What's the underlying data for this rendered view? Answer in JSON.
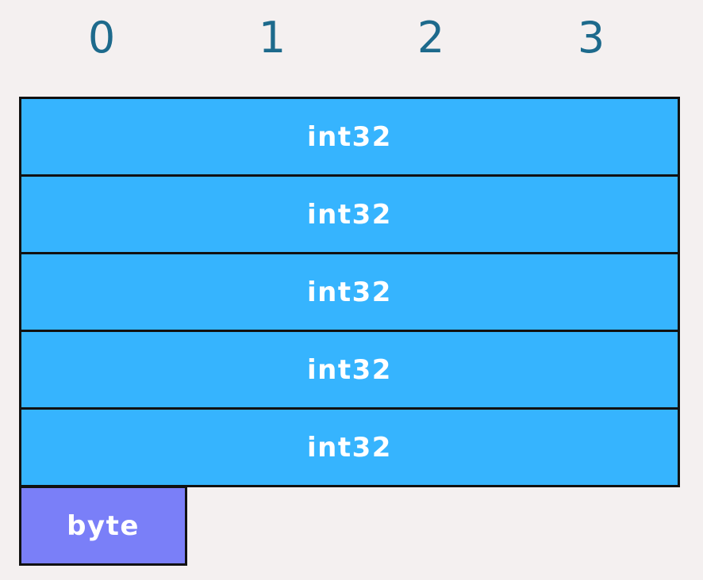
{
  "columns": [
    "0",
    "1",
    "2",
    "3"
  ],
  "blocks": [
    {
      "label": "int32",
      "type": "int32"
    },
    {
      "label": "int32",
      "type": "int32"
    },
    {
      "label": "int32",
      "type": "int32"
    },
    {
      "label": "int32",
      "type": "int32"
    },
    {
      "label": "int32",
      "type": "int32"
    },
    {
      "label": "byte",
      "type": "byte"
    }
  ],
  "colors": {
    "background": "#f4f0f0",
    "int32_fill": "#36b4fe",
    "byte_fill": "#7a7ff8",
    "border": "#111111",
    "column_label": "#1d6a8c",
    "block_text": "#ffffff"
  }
}
